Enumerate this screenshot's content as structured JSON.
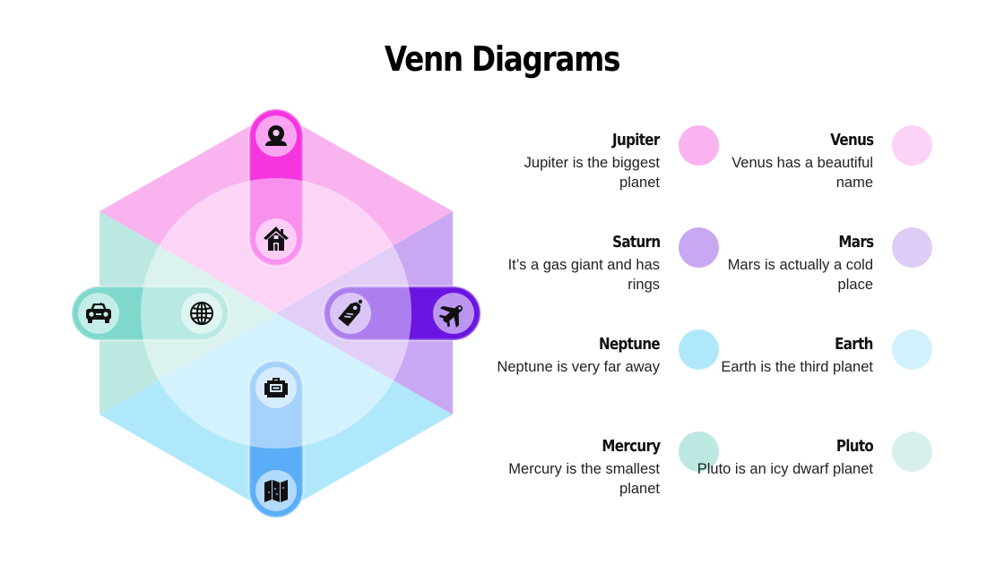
{
  "title": "Venn Diagrams",
  "diagram": {
    "type": "hexagonal-venn",
    "regions": [
      {
        "name": "top",
        "color": "#f9b3ef"
      },
      {
        "name": "right",
        "color": "#c9a8f3"
      },
      {
        "name": "bottom",
        "color": "#b0e8fb"
      },
      {
        "name": "left",
        "color": "#bde8e2"
      }
    ],
    "center_overlay_color": "#ffffff",
    "pills": [
      {
        "position": "top",
        "color": "#f536e0",
        "icons": [
          "location-pin-icon",
          "house-icon"
        ]
      },
      {
        "position": "right",
        "color": "#6a16e0",
        "icons": [
          "price-tag-icon",
          "airplane-icon"
        ]
      },
      {
        "position": "bottom",
        "color": "#5aaef7",
        "icons": [
          "suitcase-icon",
          "map-icon"
        ]
      },
      {
        "position": "left",
        "color": "#7fd8cc",
        "icons": [
          "car-icon",
          "globe-icon"
        ]
      }
    ]
  },
  "legend": [
    {
      "name": "Jupiter",
      "desc": "Jupiter is the biggest planet",
      "color": "#f9b3ef"
    },
    {
      "name": "Venus",
      "desc": "Venus has a beautiful name",
      "color": "#fbd3f6"
    },
    {
      "name": "Saturn",
      "desc": "It’s a gas giant and has rings",
      "color": "#c9a8f3"
    },
    {
      "name": "Mars",
      "desc": "Mars is actually a cold place",
      "color": "#ddcdf6"
    },
    {
      "name": "Neptune",
      "desc": "Neptune is very far away",
      "color": "#b0e8fb"
    },
    {
      "name": "Earth",
      "desc": "Earth is the third planet",
      "color": "#d2f1fc"
    },
    {
      "name": "Mercury",
      "desc": "Mercury is the smallest planet",
      "color": "#bde8e2"
    },
    {
      "name": "Pluto",
      "desc": "Pluto is an icy dwarf planet",
      "color": "#d8f0ed"
    }
  ]
}
